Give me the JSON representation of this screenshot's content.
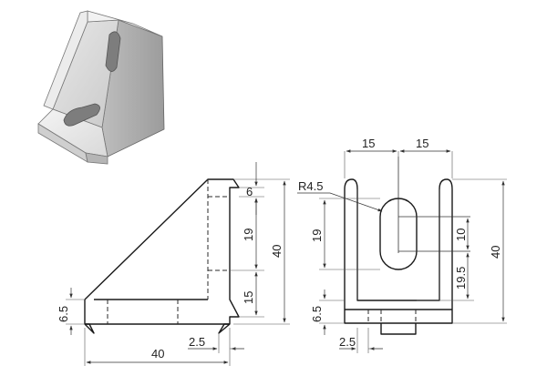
{
  "front_view": {
    "dim_width": "40",
    "dim_height": "40",
    "dim_top": "6",
    "dim_slot": "19",
    "dim_lower": "15",
    "dim_base": "6.5",
    "dim_foot": "2.5"
  },
  "side_view": {
    "dim_left": "15",
    "dim_right": "15",
    "dim_radius": "R4.5",
    "dim_slot_length": "19",
    "dim_slot_offset": "10",
    "dim_slot_from_base": "19.5",
    "dim_height": "40",
    "dim_base": "6.5",
    "dim_foot": "2.5"
  }
}
